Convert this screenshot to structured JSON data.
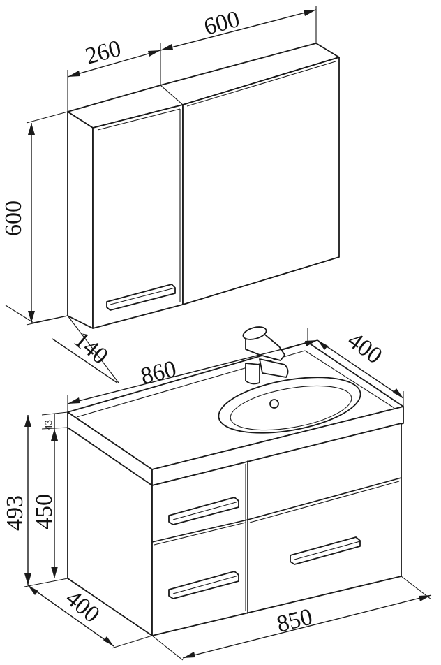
{
  "dimensions": {
    "mirror_side_width": "260",
    "mirror_width": "600",
    "mirror_height": "600",
    "mirror_depth": "140",
    "countertop_width": "860",
    "countertop_depth": "400",
    "top_thickness": "43",
    "total_height": "493",
    "cabinet_height": "450",
    "cabinet_depth": "400",
    "cabinet_width": "850"
  }
}
